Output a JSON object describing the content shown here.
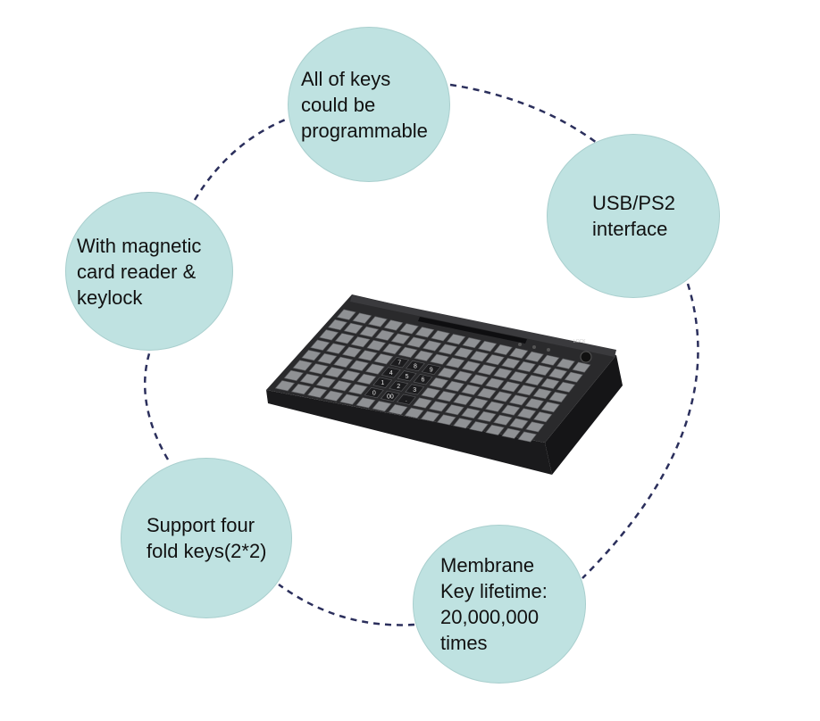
{
  "features": [
    {
      "id": "b1",
      "text": "All of keys\ncould be\nprogrammable"
    },
    {
      "id": "b2",
      "text": "USB/PS2\ninterface"
    },
    {
      "id": "b3",
      "text": "With magnetic\ncard reader &\nkeylock"
    },
    {
      "id": "b4",
      "text": "Support four\nfold keys(2*2)"
    },
    {
      "id": "b5",
      "text": "Membrane\nKey lifetime:\n20,000,000\ntimes"
    }
  ],
  "keyboard": {
    "numpad_keys": [
      "7",
      "8",
      "9",
      "4",
      "5",
      "6",
      "1",
      "2",
      "3",
      "0",
      "00",
      "."
    ],
    "indicator_label": "LOCK"
  },
  "colors": {
    "bubble_fill": "#bfe2e1",
    "connector": "#2b2f5c",
    "keyboard_body": "#2a2a2c",
    "key_gray": "#8f9194",
    "key_black": "#1c1c1e"
  }
}
